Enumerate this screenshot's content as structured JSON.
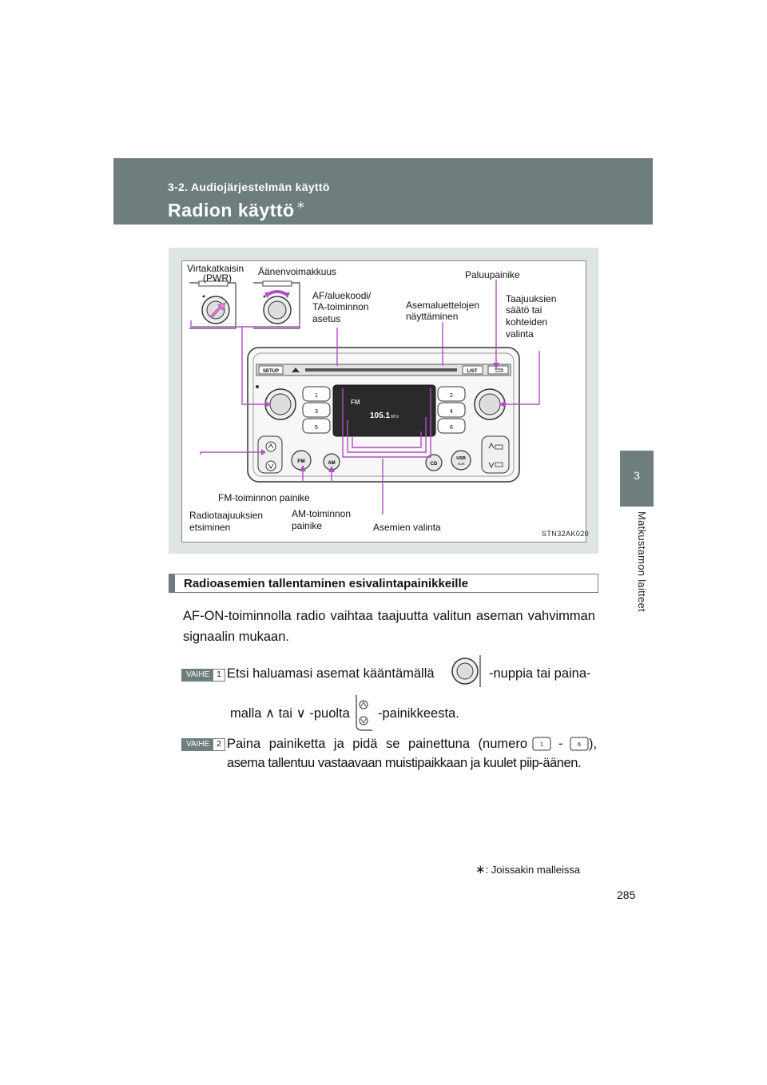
{
  "header": {
    "section": "3-2. Audiojärjestelmän käyttö",
    "title": "Radion käyttö",
    "title_mark": "∗"
  },
  "sidetab": {
    "number": "3",
    "chapter": "Matkustamon laitteet"
  },
  "figure": {
    "labels": {
      "power": "Virtakatkaisin",
      "power_sub": "(PWR)",
      "volume": "Äänenvoimakkuus",
      "af": "AF/aluekoodi/",
      "af2": "TA-toiminnon",
      "af3": "asetus",
      "list": "Asemaluettelojen",
      "list2": "näyttäminen",
      "back": "Paluupainike",
      "tune": "Taajuuksien",
      "tune2": "säätö tai",
      "tune3": "kohteiden",
      "tune4": "valinta",
      "fm": "FM-toiminnon painike",
      "seek": "Radiotaajuuksien",
      "seek2": "etsiminen",
      "am": "AM-toiminnon",
      "am2": "painike",
      "stations": "Asemien valinta",
      "code": "STN32AK020"
    },
    "radio": {
      "setup": "SETUP",
      "list": "LIST",
      "fm": "FM",
      "am": "AM",
      "cd": "CD",
      "usb": "USB",
      "aux": "AUX",
      "freq": "105.1",
      "freq_unit": "MHz",
      "display_band": "FM",
      "presets": [
        "1",
        "2",
        "3",
        "4",
        "5",
        "6"
      ]
    },
    "colors": {
      "callout": "#b04fc2"
    }
  },
  "section": {
    "title": "Radioasemien tallentaminen esivalintapainikkeille"
  },
  "body": {
    "paragraph": "AF-ON-toiminnolla radio vaihtaa taajuutta valitun aseman vahvimman signaalin mukaan.",
    "step1_badge": "VAIHE",
    "step1_num": "1",
    "step1_a": "Etsi haluamasi asemat kääntämällä",
    "step1_b": "-nuppia tai paina-",
    "step1_c": "malla ∧ tai ∨ -puolta",
    "step1_d": "-painikkeesta.",
    "step2_badge": "VAIHE",
    "step2_num": "2",
    "step2_a": "Paina painiketta ja pidä se painettuna (numero",
    "step2_dash": "-",
    "step2_close": "),",
    "step2_b": "asema tallentuu vastaavaan muistipaikkaan ja kuulet piip-äänen.",
    "key1": "1",
    "key6": "6"
  },
  "footnote": {
    "mark": "∗",
    "text": ": Joissakin malleissa"
  },
  "page_number": "285"
}
